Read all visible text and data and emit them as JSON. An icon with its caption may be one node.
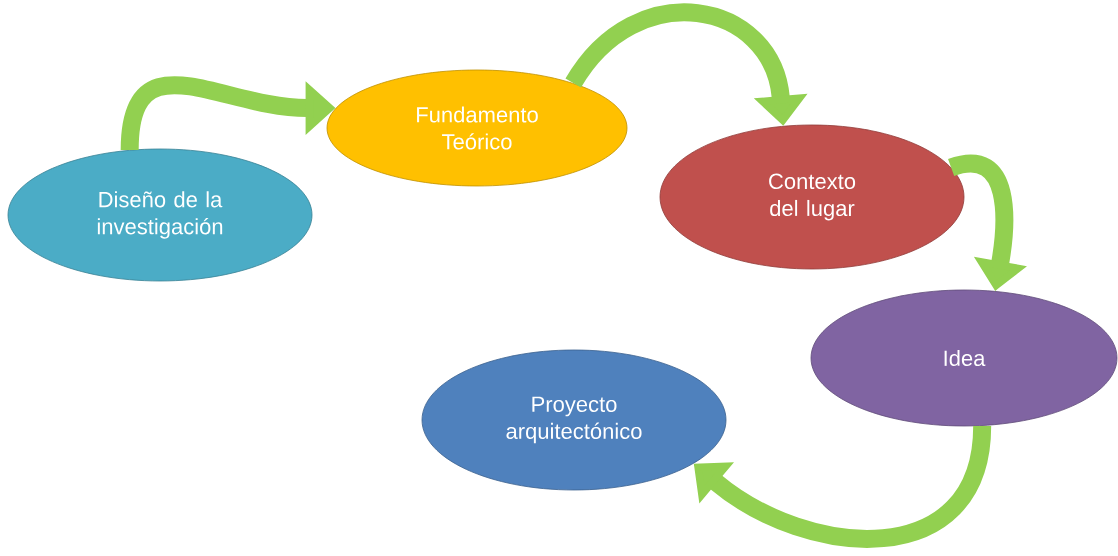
{
  "diagram": {
    "nodes": [
      {
        "text": [
          "Diseño de la investigación"
        ]
      },
      {
        "text": [
          "Fundamento Teórico"
        ]
      },
      {
        "text": [
          "Contexto del lugar"
        ]
      },
      {
        "text": [
          "Idea"
        ]
      },
      {
        "text": [
          "Proyecto arquitectónico"
        ]
      }
    ],
    "edges": [
      {
        "from": 0,
        "to": 1,
        "arrow": "to"
      },
      {
        "from": 1,
        "to": 2,
        "arrow": "to"
      },
      {
        "from": 2,
        "to": 3,
        "arrow": "to"
      },
      {
        "from": 3,
        "to": 4,
        "arrow": "to"
      }
    ]
  }
}
